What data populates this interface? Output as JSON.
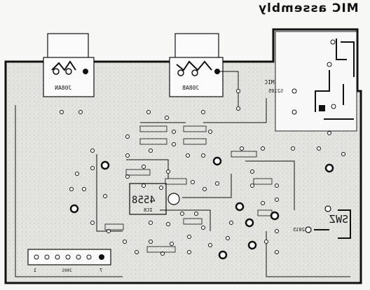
{
  "title": "MIC assembly",
  "labels": {
    "jack_left": "J08AN",
    "jack_right": "J08AB",
    "mic": "MIC",
    "mic_sub": "S2105",
    "swz": "SWZ",
    "sw_ref": "S2015",
    "ic": "4558",
    "ic_ref": "IC8",
    "connector_ref": "J001",
    "connector_pin_left": "1",
    "connector_pin_right": "7"
  },
  "colors": {
    "board": "#e3e3e0",
    "ink": "#111111",
    "mic_panel": "#f8f8f8"
  }
}
